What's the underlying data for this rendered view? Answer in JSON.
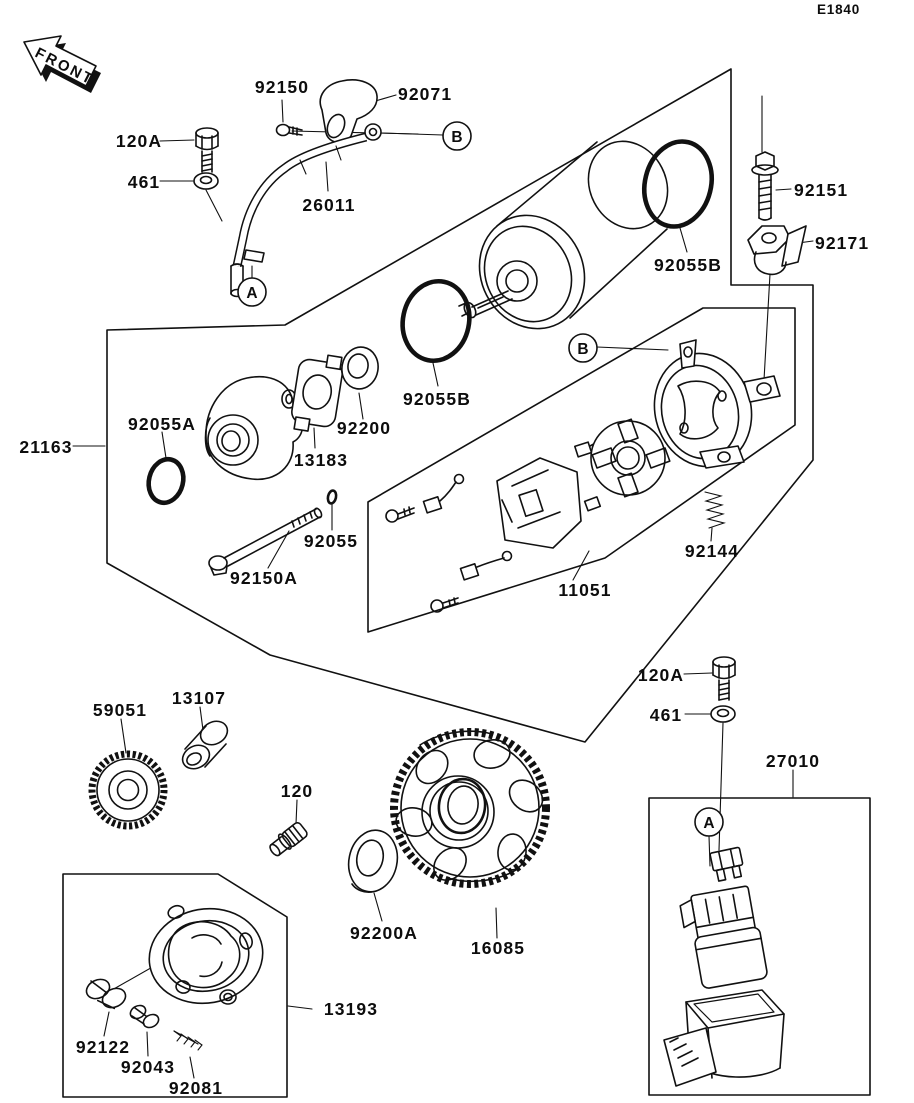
{
  "diagram_code": "E1840",
  "front_indicator": "FRONT",
  "view_markers": {
    "a": "A",
    "b": "B"
  },
  "colors": {
    "line": "#111111",
    "background": "#ffffff"
  },
  "assembly_group_label": "21163",
  "labels": {
    "l92150": "92150",
    "l92071": "92071",
    "l120a_top": "120A",
    "l461_top": "461",
    "l26011": "26011",
    "l92151": "92151",
    "l92171": "92171",
    "l92055b_upper": "92055B",
    "l92055b_mid": "92055B",
    "l21163": "21163",
    "l92055a": "92055A",
    "l92200": "92200",
    "l13183": "13183",
    "l92055": "92055",
    "l92150a": "92150A",
    "l11051": "11051",
    "l92144": "92144",
    "l120a_bottom": "120A",
    "l461_bottom": "461",
    "l27010": "27010",
    "l59051": "59051",
    "l13107": "13107",
    "l120": "120",
    "l92200a": "92200A",
    "l16085": "16085",
    "l13193": "13193",
    "l92122": "92122",
    "l92043": "92043",
    "l92081": "92081"
  }
}
